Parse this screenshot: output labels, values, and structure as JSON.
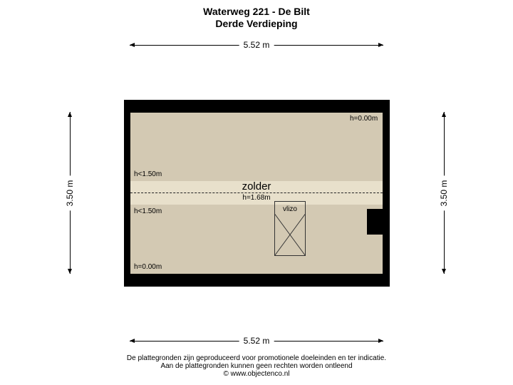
{
  "header": {
    "title": "Waterweg 221 - De Bilt",
    "subtitle": "Derde Verdieping"
  },
  "dimensions": {
    "top": "5.52 m",
    "bottom": "5.52 m",
    "left": "3.50 m",
    "right": "3.50 m"
  },
  "room": {
    "name": "zolder",
    "ridge_height": "h=1.68m"
  },
  "height_labels": {
    "top_right": "h=0.00m",
    "upper_left": "h<1.50m",
    "lower_left": "h<1.50m",
    "bottom_left": "h=0.00m"
  },
  "hatch": {
    "label": "vlizo"
  },
  "footer": {
    "line1": "De plattegronden zijn geproduceerd voor promotionele doeleinden en ter indicatie.",
    "line2": "Aan de plattegronden kunnen geen rechten worden ontleend",
    "line3": "© www.objectenco.nl"
  },
  "colors": {
    "wall": "#000000",
    "floor": "#d3c9b3",
    "ridge_band": "#e8e0cb"
  }
}
